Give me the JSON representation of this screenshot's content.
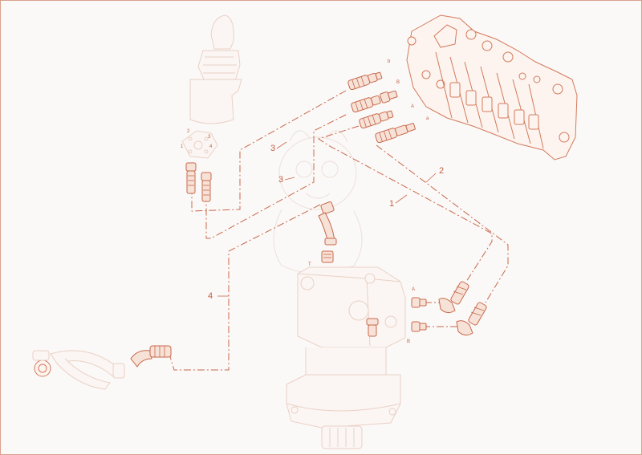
{
  "diagram": {
    "callouts": {
      "line_1": "1",
      "line_2": "2",
      "line_3_upper": "3",
      "line_3_lower": "3",
      "line_4": "4"
    },
    "port_labels": {
      "valve_b_lower": "b",
      "valve_B": "B",
      "valve_A": "A",
      "valve_a": "a",
      "motor_T": "T",
      "motor_A": "A",
      "motor_B": "B",
      "joystick_1": "1",
      "joystick_2": "2",
      "joystick_3": "3",
      "joystick_4": "4"
    },
    "colors": {
      "line": "#c8684a",
      "part_outline": "#d27a5c",
      "faint_outline": "#ead0c5",
      "background": "#fbf9f8"
    }
  }
}
